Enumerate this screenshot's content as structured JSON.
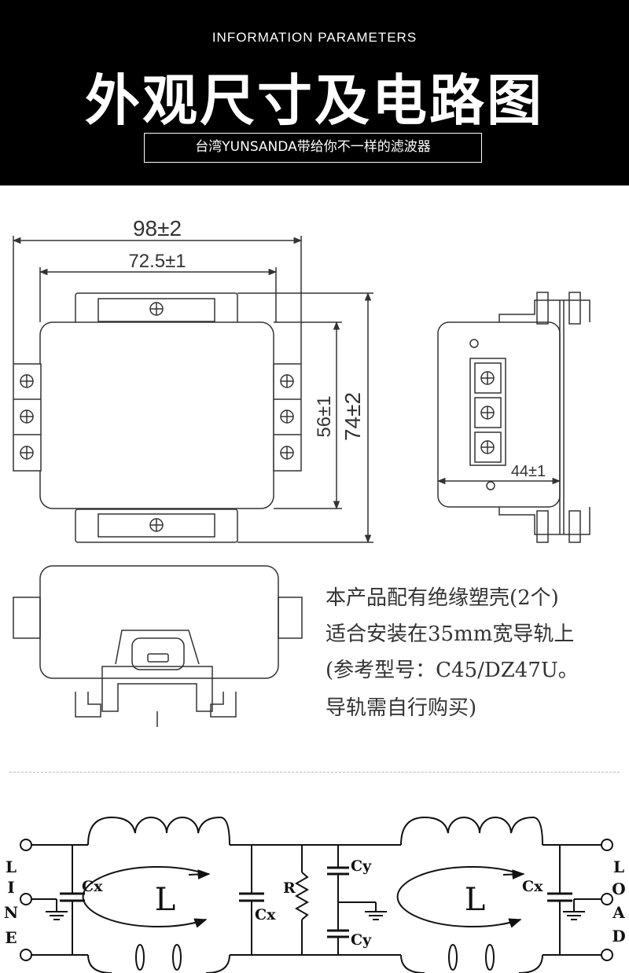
{
  "header": {
    "subtitle_en": "INFORMATION PARAMETERS",
    "title_cn": "外观尺寸及电路图",
    "slogan": "台湾YUNSANDA带给你不一样的滤波器"
  },
  "dimensions": {
    "overall_width": "98±2",
    "mount_width": "72.5±1",
    "body_height": "56±1",
    "overall_height": "74±2",
    "side_depth": "44±1"
  },
  "notes": [
    "本产品配有绝缘塑壳(2个)",
    "适合安装在35mm宽导轨上",
    "(参考型号：C45/DZ47U。",
    "导轨需自行购买)"
  ],
  "circuit": {
    "input_label": [
      "L",
      "I",
      "N",
      "E"
    ],
    "output_label": [
      "L",
      "O",
      "A",
      "D"
    ],
    "cap_x_label": "Cx",
    "cap_y_label": "Cy",
    "resistor_label": "R",
    "inductor_label": "L"
  }
}
